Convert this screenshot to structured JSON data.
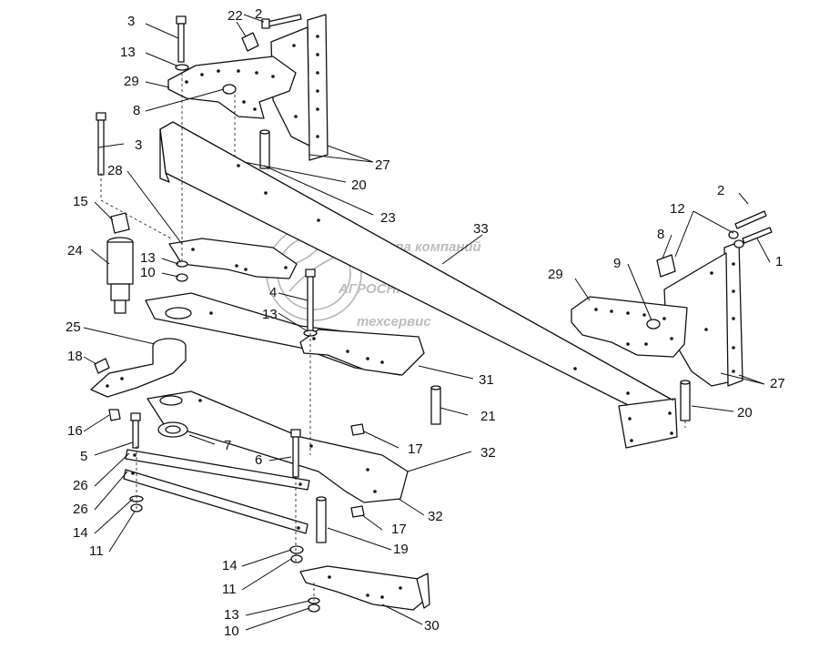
{
  "diagram": {
    "watermark": {
      "line1": "группа компаний",
      "line2": "АГРОСНАБ",
      "line3": "техсервис"
    },
    "callouts": [
      {
        "id": "c3a",
        "text": "3"
      },
      {
        "id": "c22",
        "text": "22"
      },
      {
        "id": "c2a",
        "text": "2"
      },
      {
        "id": "c13a",
        "text": "13"
      },
      {
        "id": "c29a",
        "text": "29"
      },
      {
        "id": "c8a",
        "text": "8"
      },
      {
        "id": "c3b",
        "text": "3"
      },
      {
        "id": "c27a",
        "text": "27"
      },
      {
        "id": "c28",
        "text": "28"
      },
      {
        "id": "c20a",
        "text": "20"
      },
      {
        "id": "c15",
        "text": "15"
      },
      {
        "id": "c23",
        "text": "23"
      },
      {
        "id": "c24",
        "text": "24"
      },
      {
        "id": "c13b",
        "text": "13"
      },
      {
        "id": "c10a",
        "text": "10"
      },
      {
        "id": "c33",
        "text": "33"
      },
      {
        "id": "c2b",
        "text": "2"
      },
      {
        "id": "c12",
        "text": "12"
      },
      {
        "id": "c8b",
        "text": "8"
      },
      {
        "id": "c1",
        "text": "1"
      },
      {
        "id": "c9",
        "text": "9"
      },
      {
        "id": "c29b",
        "text": "29"
      },
      {
        "id": "c4",
        "text": "4"
      },
      {
        "id": "c13c",
        "text": "13"
      },
      {
        "id": "c25",
        "text": "25"
      },
      {
        "id": "c18",
        "text": "18"
      },
      {
        "id": "c31",
        "text": "31"
      },
      {
        "id": "c27b",
        "text": "27"
      },
      {
        "id": "c20b",
        "text": "20"
      },
      {
        "id": "c21",
        "text": "21"
      },
      {
        "id": "c16",
        "text": "16"
      },
      {
        "id": "c17a",
        "text": "17"
      },
      {
        "id": "c7",
        "text": "7"
      },
      {
        "id": "c5",
        "text": "5"
      },
      {
        "id": "c32a",
        "text": "32"
      },
      {
        "id": "c6",
        "text": "6"
      },
      {
        "id": "c26a",
        "text": "26"
      },
      {
        "id": "c26b",
        "text": "26"
      },
      {
        "id": "c14a",
        "text": "14"
      },
      {
        "id": "c17b",
        "text": "17"
      },
      {
        "id": "c32b",
        "text": "32"
      },
      {
        "id": "c11a",
        "text": "11"
      },
      {
        "id": "c19",
        "text": "19"
      },
      {
        "id": "c14b",
        "text": "14"
      },
      {
        "id": "c11b",
        "text": "11"
      },
      {
        "id": "c13d",
        "text": "13"
      },
      {
        "id": "c30",
        "text": "30"
      },
      {
        "id": "c10b",
        "text": "10"
      }
    ]
  }
}
